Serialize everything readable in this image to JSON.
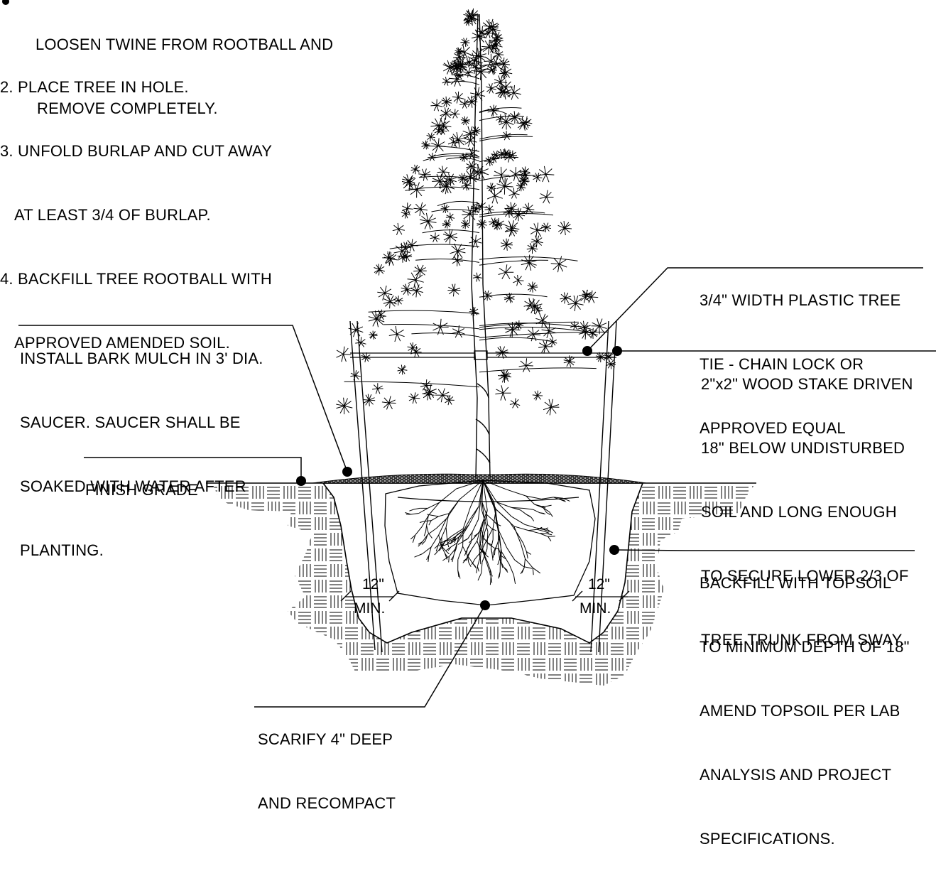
{
  "notes": {
    "bullet_line1": "LOOSEN TWINE FROM ROOTBALL AND",
    "bullet_line2": "REMOVE COMPLETELY.",
    "step2": "2. PLACE TREE IN HOLE.",
    "step3_line1": "3. UNFOLD BURLAP AND CUT AWAY",
    "step3_line2": "AT LEAST 3/4 OF BURLAP.",
    "step4_line1": "4. BACKFILL TREE ROOTBALL WITH",
    "step4_line2": "APPROVED AMENDED SOIL."
  },
  "callouts": {
    "bark_mulch": [
      "INSTALL BARK MULCH IN 3' DIA.",
      "SAUCER. SAUCER SHALL BE",
      "SOAKED WITH WATER AFTER",
      "PLANTING."
    ],
    "finish_grade": [
      "FINISH GRADE"
    ],
    "tree_tie": [
      "3/4\" WIDTH PLASTIC TREE",
      "TIE - CHAIN LOCK OR",
      "APPROVED EQUAL"
    ],
    "wood_stake": [
      "2\"x2\" WOOD STAKE DRIVEN",
      "18\" BELOW UNDISTURBED",
      "SOIL AND LONG ENOUGH",
      "TO SECURE LOWER 2/3 OF",
      "TREE TRUNK FROM SWAY."
    ],
    "backfill": [
      "BACKFILL WITH TOPSOIL",
      "TO MINIMUM DEPTH OF 18\"",
      "AMEND TOPSOIL PER LAB",
      "ANALYSIS AND PROJECT",
      "SPECIFICATIONS."
    ],
    "scarify": [
      "SCARIFY 4\" DEEP",
      "AND RECOMPACT"
    ]
  },
  "dimensions": {
    "left_value": "12\"",
    "left_unit": "MIN.",
    "right_value": "12\"",
    "right_unit": "MIN."
  }
}
